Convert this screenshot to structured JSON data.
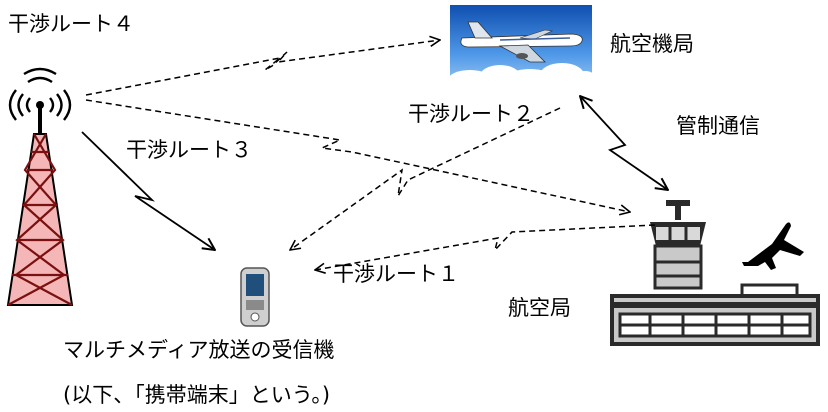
{
  "labels": {
    "route4": "干渉ルート４",
    "route3": "干渉ルート３",
    "route2": "干渉ルート２",
    "route1": "干渉ルート１",
    "aero_aircraft": "航空機局",
    "atc_comm": "管制通信",
    "aero_ground": "航空局",
    "receiver": "マルチメディア放送の受信機",
    "receiver_note": "(以下、「携帯端末」という。)"
  },
  "colors": {
    "line": "#000000",
    "tower_fill": "#f4b6b6",
    "tower_edge": "#7a1010",
    "sky": "#3a7fd6",
    "cloud": "#ffffff",
    "building_grey": "#c9c9c9",
    "building_dark": "#2a2a2a"
  },
  "icons": {
    "tower": "broadcast-tower-icon",
    "aircraft": "airplane-photo-icon",
    "airport": "airport-control-tower-icon",
    "handset": "mobile-handset-icon"
  }
}
